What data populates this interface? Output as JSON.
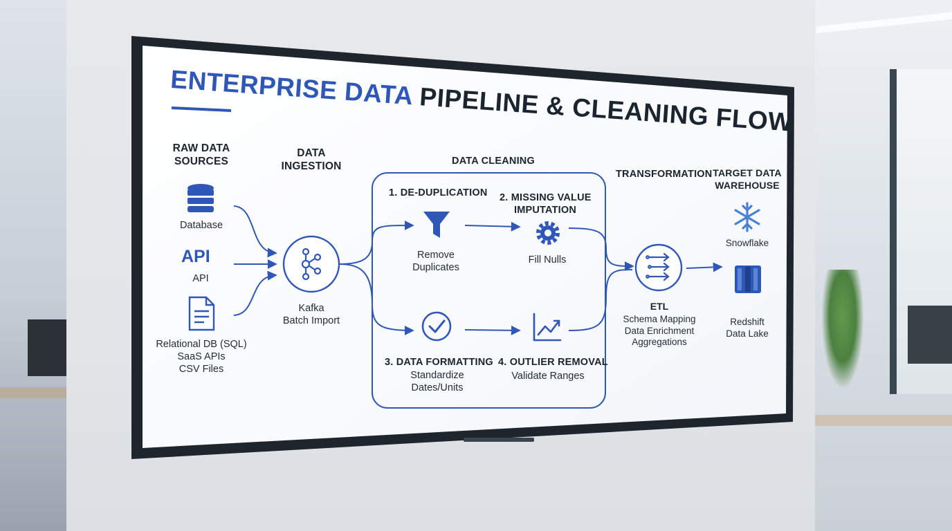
{
  "title": {
    "part1": "ENTERPRISE DATA",
    "part2": "PIPELINE & CLEANING FLOW"
  },
  "colors": {
    "accent": "#2f57b7",
    "text": "#1b2530",
    "screen": "#ffffff",
    "bezel": "#1e252c"
  },
  "raw_sources": {
    "heading_line1": "RAW DATA",
    "heading_line2": "SOURCES",
    "database_label": "Database",
    "api_glyph": "API",
    "api_label": "API",
    "files_line1": "Relational DB (SQL)",
    "files_line2": "SaaS APIs",
    "files_line3": "CSV Files",
    "icons": [
      "database-icon",
      "api-icon",
      "document-icon"
    ]
  },
  "ingestion": {
    "heading_line1": "DATA",
    "heading_line2": "INGESTION",
    "line1": "Kafka",
    "line2": "Batch Import",
    "icon": "kafka-icon"
  },
  "cleaning": {
    "heading": "DATA CLEANING",
    "step1": {
      "title": "1. DE-DUPLICATION",
      "line1": "Remove",
      "line2": "Duplicates",
      "icon": "funnel-icon"
    },
    "step2": {
      "title_line1": "2. MISSING VALUE",
      "title_line2": "IMPUTATION",
      "line1": "Fill Nulls",
      "icon": "gear-icon"
    },
    "step3": {
      "title": "3. DATA FORMATTING",
      "line1": "Standardize",
      "line2": "Dates/Units",
      "icon": "checkmark-icon"
    },
    "step4": {
      "title": "4. OUTLIER REMOVAL",
      "line1": "Validate Ranges",
      "icon": "trend-chart-icon"
    }
  },
  "transformation": {
    "heading": "TRANSFORMATION",
    "title": "ETL",
    "line1": "Schema Mapping",
    "line2": "Data Enrichment",
    "line3": "Aggregations",
    "icon": "etl-arrows-icon"
  },
  "warehouse": {
    "heading_line1": "TARGET DATA",
    "heading_line2": "WAREHOUSE",
    "snowflake_label": "Snowflake",
    "redshift_line1": "Redshift",
    "redshift_line2": "Data Lake",
    "icons": [
      "snowflake-icon",
      "redshift-icon"
    ]
  }
}
